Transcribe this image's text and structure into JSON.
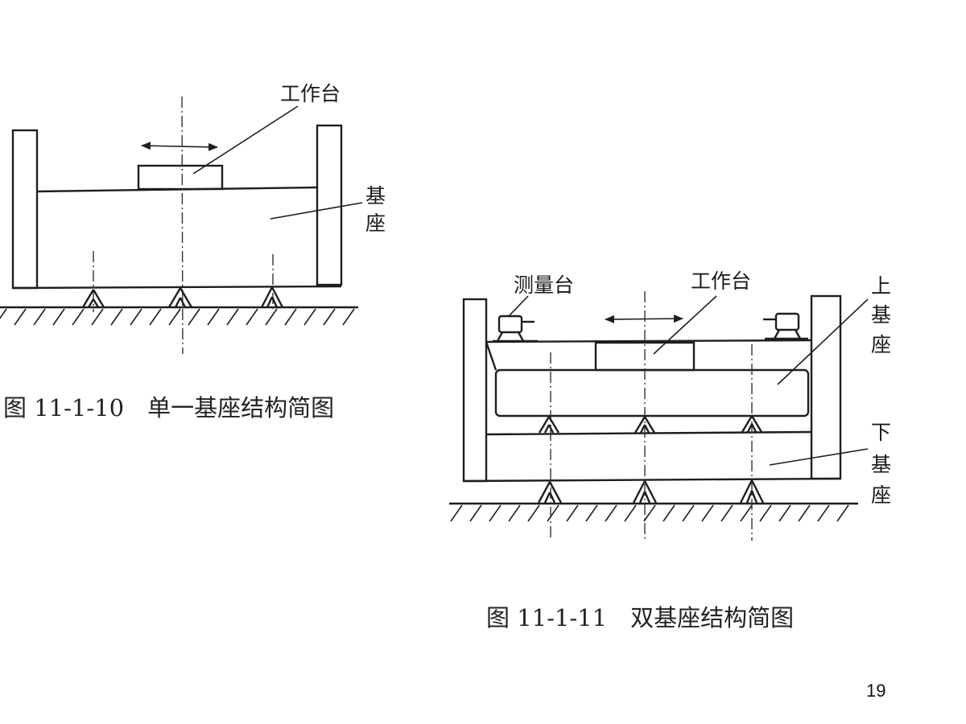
{
  "figure_single": {
    "label_table": "工作台",
    "label_base_1": "基",
    "label_base_2": "座",
    "caption": "图 11-1-10　单一基座结构简图"
  },
  "figure_double": {
    "label_measure": "测量台",
    "label_table": "工作台",
    "label_upper": [
      "上",
      "基",
      "座"
    ],
    "label_lower": [
      "下",
      "基",
      "座"
    ],
    "caption": "图 11-1-11　双基座结构简图"
  },
  "page_number": "19"
}
